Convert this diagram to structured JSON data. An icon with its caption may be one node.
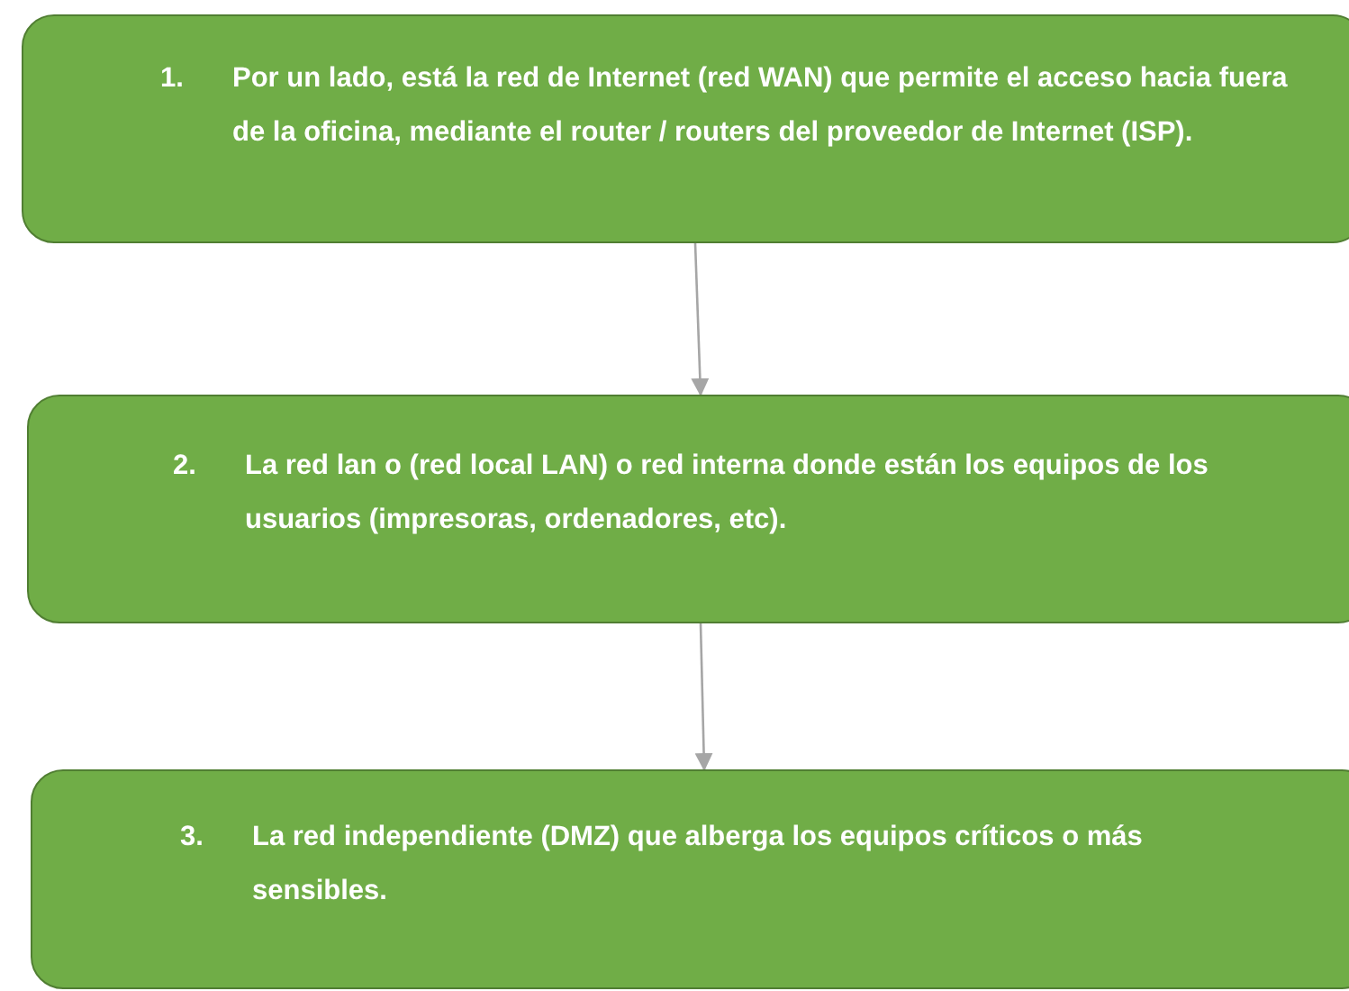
{
  "diagram": {
    "nodes": [
      {
        "text": [
          "1.",
          "Por un lado, está la red de Internet (red WAN) que permite el acceso hacia fuera de la oficina, mediante el router / routers del proveedor de Internet (ISP)."
        ]
      },
      {
        "text": [
          "2.",
          "La red lan o (red local LAN) o red interna donde están los equipos de los usuarios (impresoras, ordenadores, etc)."
        ]
      },
      {
        "text": [
          "3.",
          "La red independiente (DMZ) que alberga los equipos críticos o más sensibles."
        ]
      }
    ],
    "edges": [
      {
        "from": 0,
        "to": 1,
        "arrow": "to"
      },
      {
        "from": 1,
        "to": 2,
        "arrow": "to"
      }
    ]
  }
}
